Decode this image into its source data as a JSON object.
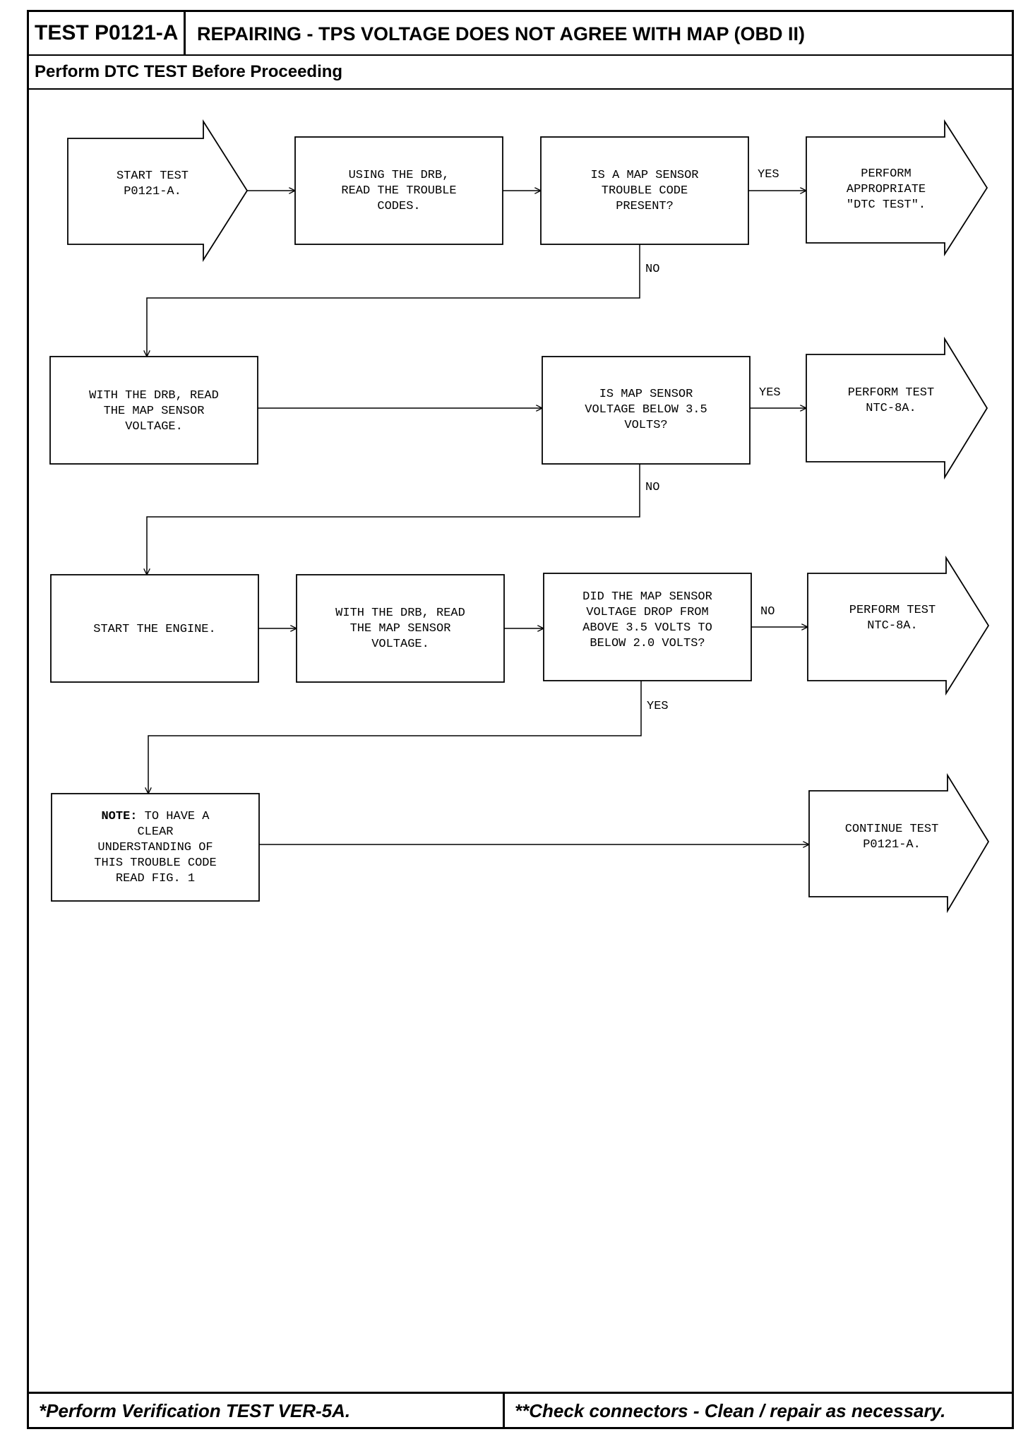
{
  "header": {
    "test_id": "TEST P0121-A",
    "title": "REPAIRING - TPS VOLTAGE DOES NOT AGREE WITH MAP (OBD II)",
    "subtitle": "Perform DTC TEST Before Proceeding"
  },
  "flowchart": {
    "nodes": {
      "start": [
        "START TEST",
        "P0121-A."
      ],
      "read_codes": [
        "USING THE DRB,",
        "READ THE TROUBLE",
        "CODES."
      ],
      "q_map_code": [
        "IS A MAP SENSOR",
        "TROUBLE CODE",
        "PRESENT?"
      ],
      "perform_dtc": [
        "PERFORM",
        "APPROPRIATE",
        "\"DTC TEST\"."
      ],
      "read_map_v1": [
        "WITH THE DRB, READ",
        "THE MAP SENSOR",
        "VOLTAGE."
      ],
      "q_map_below": [
        "IS MAP SENSOR",
        "VOLTAGE BELOW 3.5",
        "VOLTS?"
      ],
      "perform_ntc_1": [
        "PERFORM TEST",
        "NTC-8A."
      ],
      "start_engine": [
        "START THE ENGINE."
      ],
      "read_map_v2": [
        "WITH THE DRB, READ",
        "THE MAP SENSOR",
        "VOLTAGE."
      ],
      "q_map_drop": [
        "DID THE MAP SENSOR",
        "VOLTAGE DROP FROM",
        "ABOVE 3.5 VOLTS TO",
        "BELOW 2.0 VOLTS?"
      ],
      "perform_ntc_2": [
        "PERFORM TEST",
        "NTC-8A."
      ],
      "note_prefix": "NOTE:",
      "note": [
        " TO HAVE A",
        "CLEAR",
        "UNDERSTANDING OF",
        "THIS TROUBLE CODE",
        "READ FIG. 1"
      ],
      "continue": [
        "CONTINUE TEST",
        "P0121-A."
      ]
    },
    "labels": {
      "yes_1": "YES",
      "no_1": "NO",
      "yes_2": "YES",
      "no_2": "NO",
      "no_3": "NO",
      "yes_3": "YES"
    }
  },
  "footer": {
    "left": "*Perform Verification TEST VER-5A.",
    "right": "**Check connectors - Clean / repair as necessary."
  }
}
